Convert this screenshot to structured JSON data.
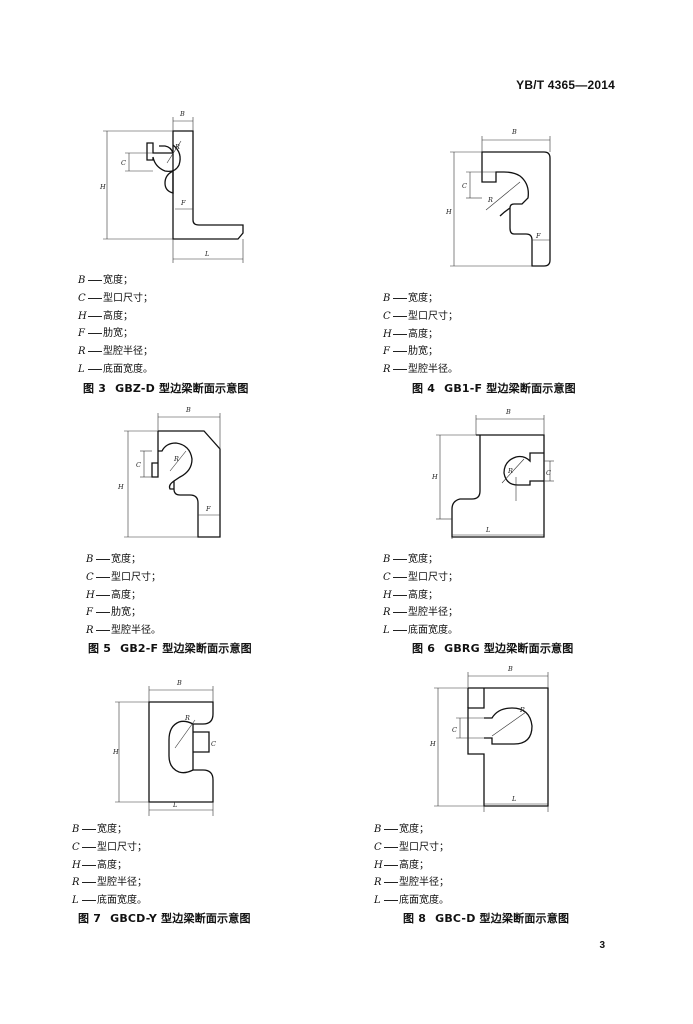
{
  "header": {
    "standard_code": "YB/T 4365—2014"
  },
  "page_number": "3",
  "figures": [
    {
      "caption_number": "图 3",
      "caption_title": "GBZ-D 型边梁断面示意图",
      "legend": [
        {
          "symbol": "B",
          "text": "宽度；"
        },
        {
          "symbol": "C",
          "text": "型口尺寸；"
        },
        {
          "symbol": "H",
          "text": "高度；"
        },
        {
          "symbol": "F",
          "text": "肋宽；"
        },
        {
          "symbol": "R",
          "text": "型腔半径；"
        },
        {
          "symbol": "L",
          "text": "底面宽度。"
        }
      ]
    },
    {
      "caption_number": "图 4",
      "caption_title": "GB1-F 型边梁断面示意图",
      "legend": [
        {
          "symbol": "B",
          "text": "宽度；"
        },
        {
          "symbol": "C",
          "text": "型口尺寸；"
        },
        {
          "symbol": "H",
          "text": "高度；"
        },
        {
          "symbol": "F",
          "text": "肋宽；"
        },
        {
          "symbol": "R",
          "text": "型腔半径。"
        }
      ]
    },
    {
      "caption_number": "图 5",
      "caption_title": "GB2-F 型边梁断面示意图",
      "legend": [
        {
          "symbol": "B",
          "text": "宽度；"
        },
        {
          "symbol": "C",
          "text": "型口尺寸；"
        },
        {
          "symbol": "H",
          "text": "高度；"
        },
        {
          "symbol": "F",
          "text": "肋宽；"
        },
        {
          "symbol": "R",
          "text": "型腔半径。"
        }
      ]
    },
    {
      "caption_number": "图 6",
      "caption_title": "GBRG 型边梁断面示意图",
      "legend": [
        {
          "symbol": "B",
          "text": "宽度；"
        },
        {
          "symbol": "C",
          "text": "型口尺寸；"
        },
        {
          "symbol": "H",
          "text": "高度；"
        },
        {
          "symbol": "R",
          "text": "型腔半径；"
        },
        {
          "symbol": "L",
          "text": "底面宽度。"
        }
      ]
    },
    {
      "caption_number": "图 7",
      "caption_title": "GBCD-Y 型边梁断面示意图",
      "legend": [
        {
          "symbol": "B",
          "text": "宽度；"
        },
        {
          "symbol": "C",
          "text": "型口尺寸；"
        },
        {
          "symbol": "H",
          "text": "高度；"
        },
        {
          "symbol": "R",
          "text": "型腔半径；"
        },
        {
          "symbol": "L",
          "text": "底面宽度。"
        }
      ]
    },
    {
      "caption_number": "图 8",
      "caption_title": "GBC-D 型边梁断面示意图",
      "legend": [
        {
          "symbol": "B",
          "text": "宽度；"
        },
        {
          "symbol": "C",
          "text": "型口尺寸；"
        },
        {
          "symbol": "H",
          "text": "高度；"
        },
        {
          "symbol": "R",
          "text": "型腔半径；"
        },
        {
          "symbol": "L",
          "text": "底面宽度。"
        }
      ]
    }
  ],
  "dimension_symbols": {
    "B": "B",
    "C": "C",
    "H": "H",
    "F": "F",
    "R": "R",
    "L": "L"
  }
}
